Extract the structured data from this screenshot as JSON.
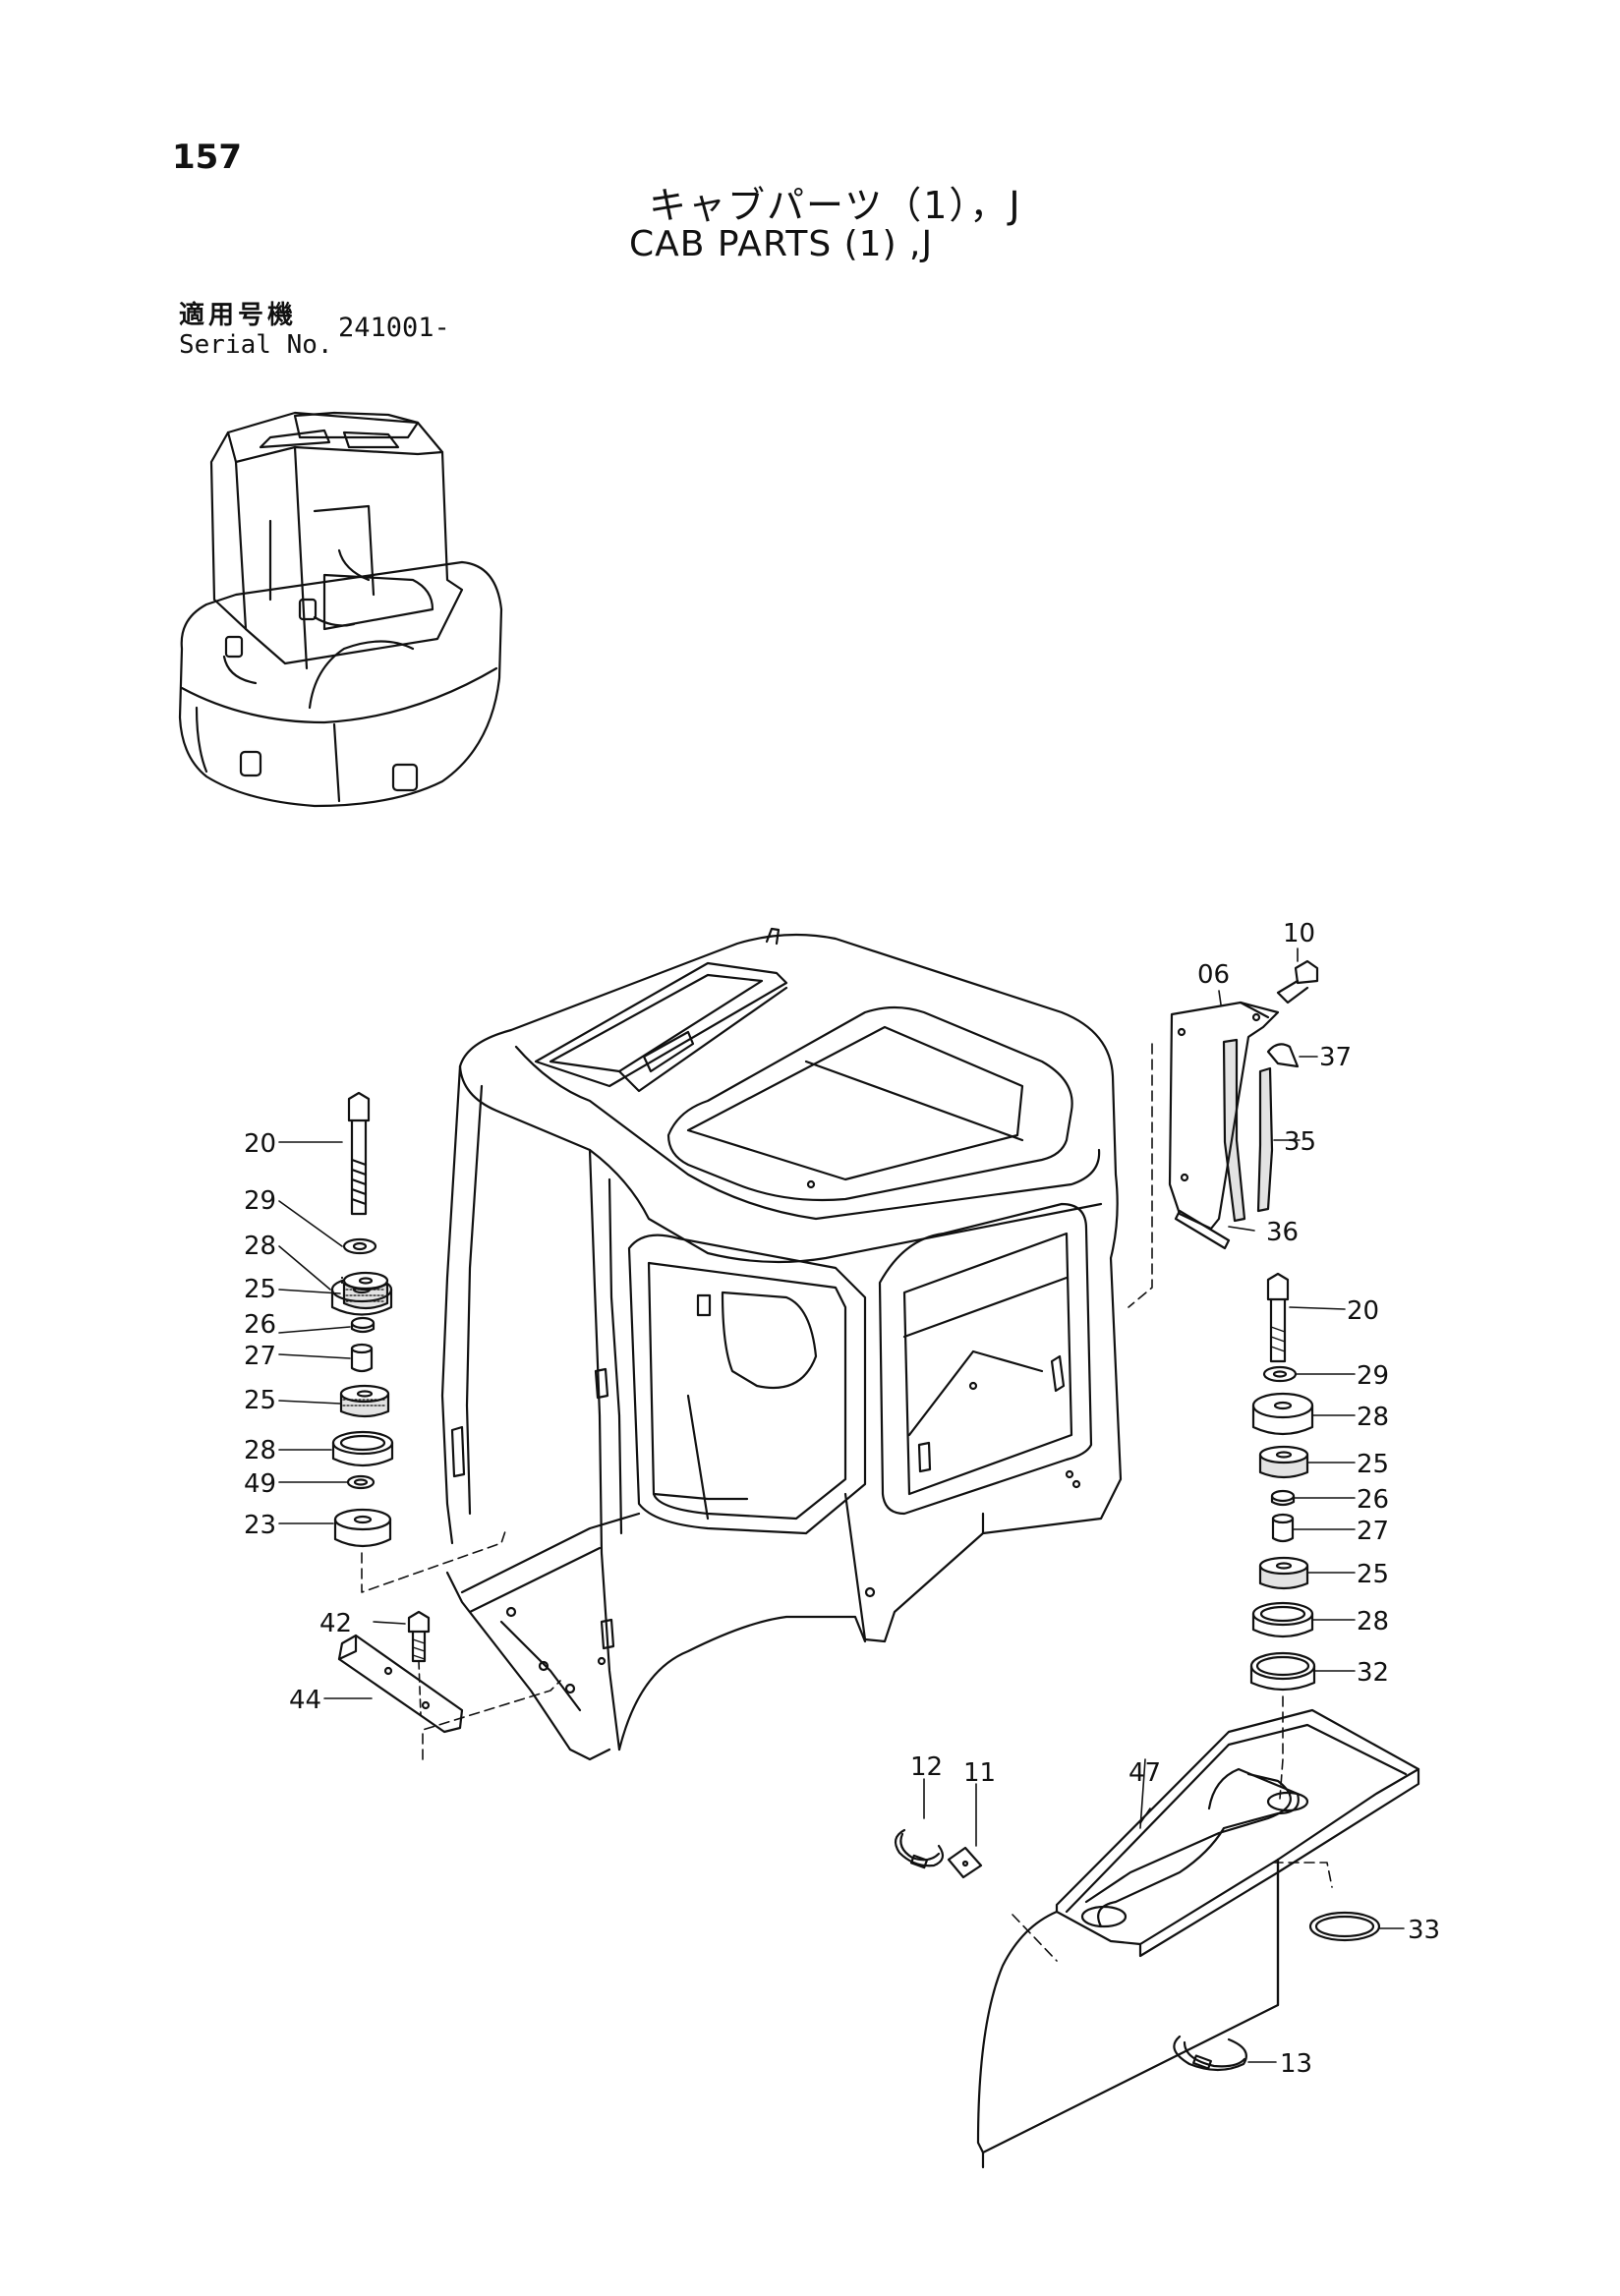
{
  "page": {
    "number": "157",
    "title_ja": "キャブパーツ（1），J",
    "title_en": "CAB PARTS (1) ,J",
    "serial_label_ja": "適用号機",
    "serial_label_en": "Serial No.",
    "serial_value": "241001-"
  },
  "callouts": [
    {
      "id": "c20l",
      "text": "20"
    },
    {
      "id": "c29l",
      "text": "29"
    },
    {
      "id": "c28l1",
      "text": "28"
    },
    {
      "id": "c25l1",
      "text": "25"
    },
    {
      "id": "c26l",
      "text": "26"
    },
    {
      "id": "c27l",
      "text": "27"
    },
    {
      "id": "c25l2",
      "text": "25"
    },
    {
      "id": "c28l2",
      "text": "28"
    },
    {
      "id": "c49",
      "text": "49"
    },
    {
      "id": "c23",
      "text": "23"
    },
    {
      "id": "c42",
      "text": "42"
    },
    {
      "id": "c44",
      "text": "44"
    },
    {
      "id": "c10",
      "text": "10"
    },
    {
      "id": "c06",
      "text": "06"
    },
    {
      "id": "c37",
      "text": "37"
    },
    {
      "id": "c35",
      "text": "35"
    },
    {
      "id": "c36",
      "text": "36"
    },
    {
      "id": "c20r",
      "text": "20"
    },
    {
      "id": "c29r",
      "text": "29"
    },
    {
      "id": "c28r1",
      "text": "28"
    },
    {
      "id": "c25r1",
      "text": "25"
    },
    {
      "id": "c26r",
      "text": "26"
    },
    {
      "id": "c27r",
      "text": "27"
    },
    {
      "id": "c25r2",
      "text": "25"
    },
    {
      "id": "c28r2",
      "text": "28"
    },
    {
      "id": "c32",
      "text": "32"
    },
    {
      "id": "c12",
      "text": "12"
    },
    {
      "id": "c11",
      "text": "11"
    },
    {
      "id": "c47",
      "text": "47"
    },
    {
      "id": "c33",
      "text": "33"
    },
    {
      "id": "c13",
      "text": "13"
    }
  ]
}
